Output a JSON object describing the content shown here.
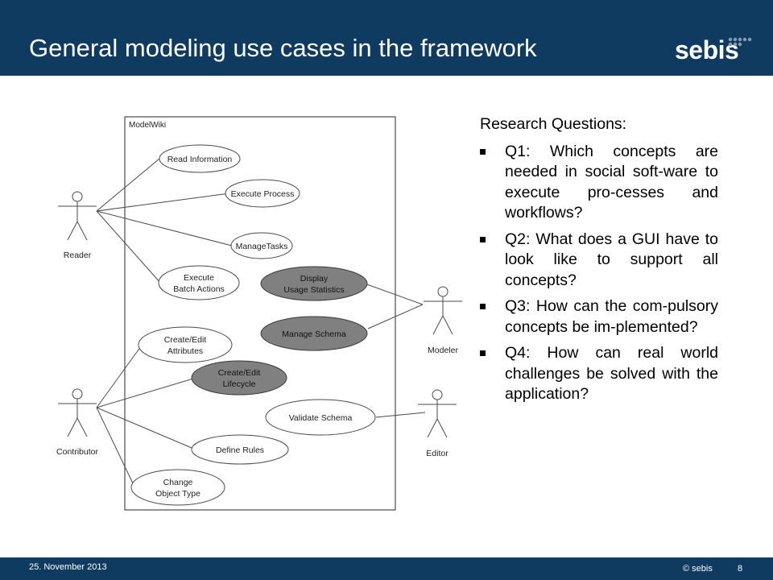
{
  "slide": {
    "title": "General modeling use cases in the framework",
    "logo": "sebis"
  },
  "diagram": {
    "system_name": "ModelWiki",
    "actors": {
      "reader": "Reader",
      "contributor": "Contributor",
      "modeler": "Modeler",
      "editor": "Editor"
    },
    "use_cases": {
      "read_information": "Read Information",
      "execute_process": "Execute Process",
      "manage_tasks": "ManageTasks",
      "execute_batch_1": "Execute",
      "execute_batch_2": "Batch Actions",
      "display_stats_1": "Display",
      "display_stats_2": "Usage Statistics",
      "manage_schema": "Manage Schema",
      "create_attr_1": "Create/Edit",
      "create_attr_2": "Attributes",
      "create_lifecycle_1": "Create/Edit",
      "create_lifecycle_2": "Lifecycle",
      "validate_schema": "Validate Schema",
      "define_rules": "Define Rules",
      "change_type_1": "Change",
      "change_type_2": "Object Type"
    },
    "colors": {
      "highlight_fill": "#808080",
      "plain_fill": "#ffffff",
      "line": "#4a4a4a"
    }
  },
  "research": {
    "heading": "Research Questions:",
    "questions": [
      "Q1: Which concepts are needed in social soft-ware to execute pro-cesses and workflows?",
      "Q2: What does a GUI have to look like to support all concepts?",
      "Q3: How can the com-pulsory concepts be im-plemented?",
      "Q4: How can real world challenges be solved with the application?"
    ]
  },
  "footer": {
    "date": "25. November 2013",
    "copyright": "© sebis",
    "page": "8"
  },
  "theme": {
    "header_bg": "#0f3b61",
    "footer_bg": "#0f3b61"
  }
}
